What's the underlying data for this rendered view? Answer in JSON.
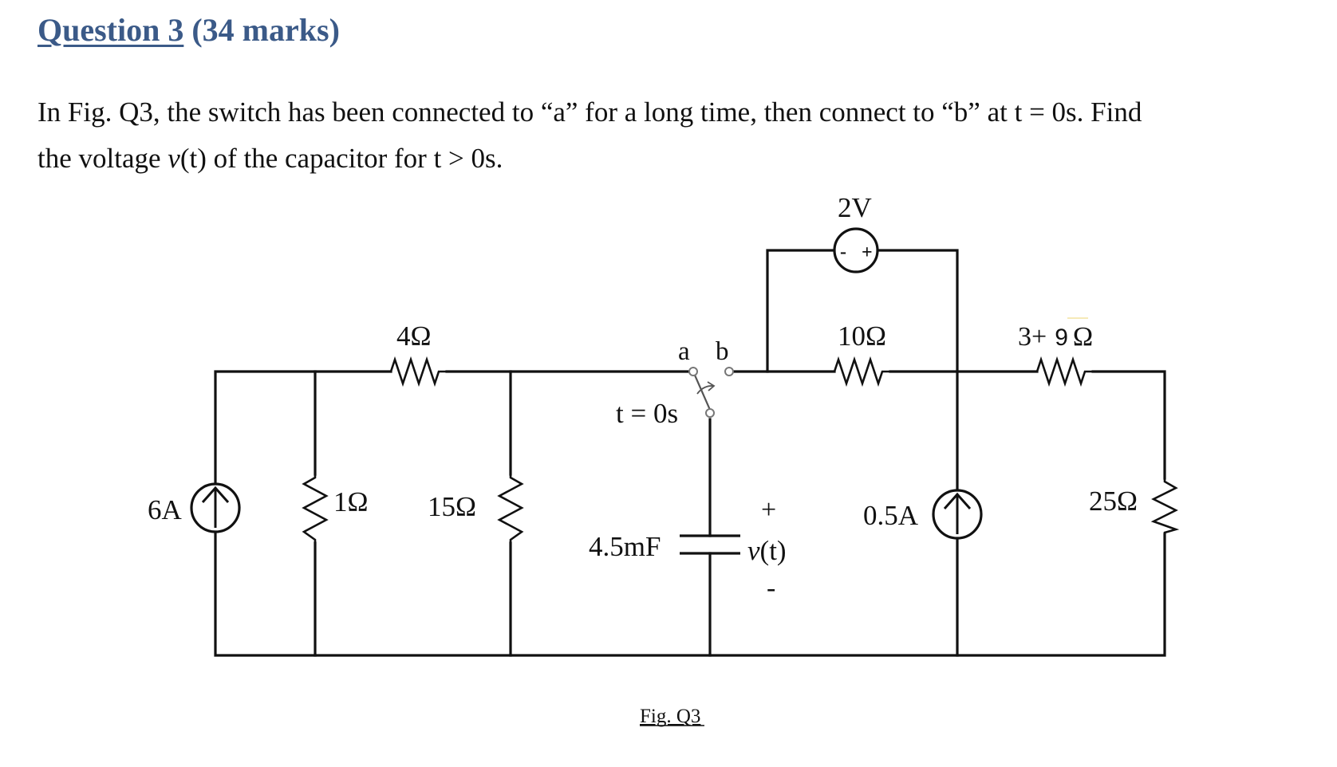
{
  "heading": {
    "question": "Question 3",
    "marks": " (34 marks)"
  },
  "problem": {
    "line1": "In Fig. Q3, the switch has been connected to “a” for a long time, then connect to “b” at t = 0s. Find",
    "line2_pre": "the voltage ",
    "line2_var": "v",
    "line2_post": "(t) of the capacitor for t > 0s."
  },
  "circuit": {
    "source_6A": "6A",
    "r_1": "1Ω",
    "r_4": "4Ω",
    "r_15": "15Ω",
    "switch_a": "a",
    "switch_b": "b",
    "switch_time": "t = 0s",
    "capacitor": "4.5mF",
    "cap_plus": "+",
    "cap_voltage_var": "v",
    "cap_voltage_rest": "(t)",
    "cap_minus": "-",
    "vsource_2V": "2V",
    "vsource_minus": "-",
    "vsource_plus": "+",
    "r_10": "10Ω",
    "source_05A": "0.5A",
    "r_39_a": "3+",
    "r_39_b": "9",
    "r_39_c": "Ω",
    "r_25": "25Ω",
    "figure_caption": "Fig. Q3"
  }
}
